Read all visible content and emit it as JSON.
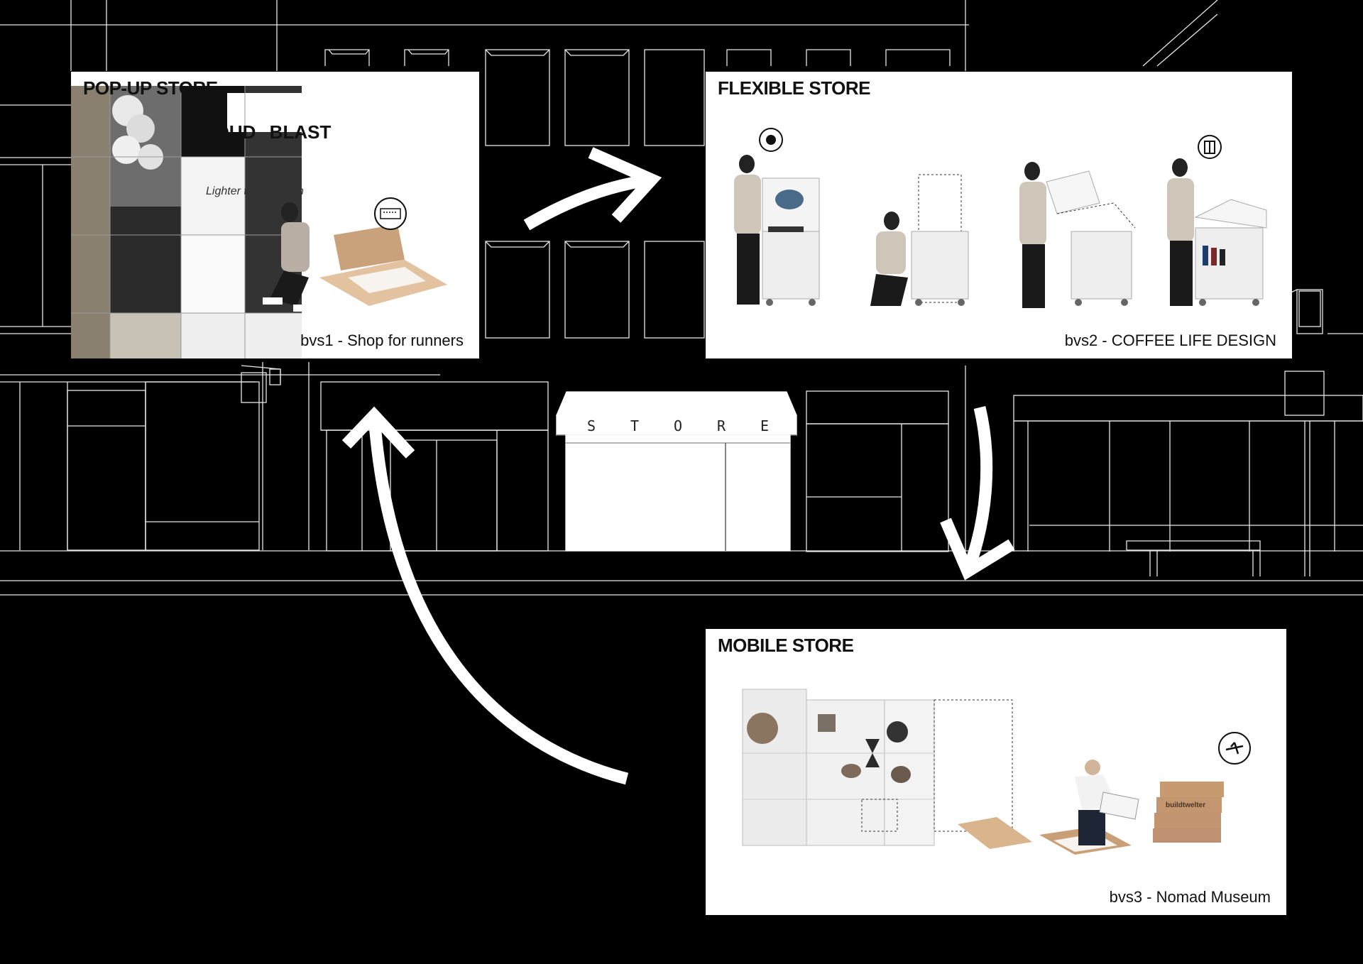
{
  "store_sign": {
    "letters": [
      "S",
      "T",
      "O",
      "R",
      "E"
    ]
  },
  "panels": {
    "popup": {
      "title": "POP-UP STORE",
      "caption": "bvs1 - Shop for runners",
      "signage": {
        "top": "CLOUD",
        "top2": "BLAST",
        "tagline": "Lighter than human"
      }
    },
    "flexible": {
      "title": "FLEXIBLE STORE",
      "caption": "bvs2 - COFFEE LIFE DESIGN"
    },
    "mobile": {
      "title": "MOBILE STORE",
      "caption": "bvs3 - Nomad Museum",
      "box_brand": "buildtwelter"
    }
  },
  "icons": {
    "popup_bubble": "keyboard-icon",
    "flexible_bubble_1": "vinyl-record-icon",
    "flexible_bubble_2": "book-icon",
    "mobile_bubble": "airplane-icon"
  },
  "colors": {
    "background": "#000000",
    "line": "#ffffff",
    "panel": "#ffffff",
    "text": "#111111"
  }
}
